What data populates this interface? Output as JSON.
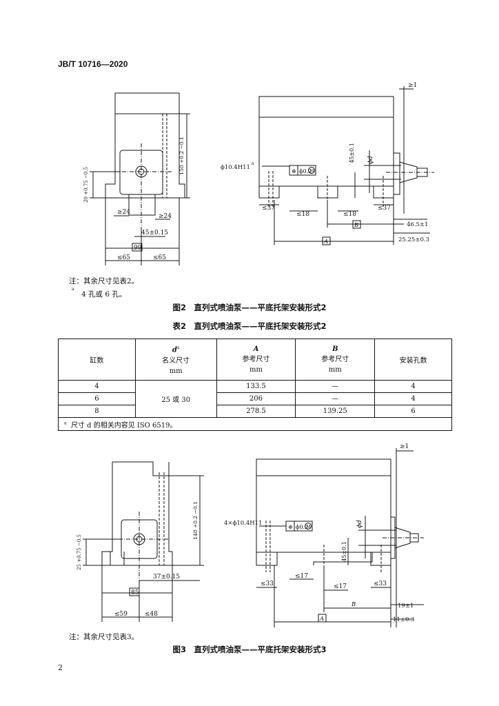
{
  "header": {
    "standard_no": "JB/T 10716—2020"
  },
  "figure2": {
    "note_main": "注：其余尺寸见表2。",
    "note_a_mark": "a",
    "note_a_text": "4 孔或 6 孔。",
    "caption": "图2　直列式喷油泵——平底托架安装形式2",
    "dims_left": {
      "h_tol": "20 +0.75 −0.5",
      "v150": "150 +0.2 −0.1",
      "ge24_a": "≥24",
      "ge24_b": "≥24",
      "d45": "45±0.15",
      "d99": "99",
      "le65_a": "≤65",
      "le65_b": "≤65"
    },
    "dims_right": {
      "ge1": "≥1",
      "hole": "ϕ10.4H11",
      "hole_mark": "a",
      "tol_frame": "ϕ0.2",
      "d45": "45±0.1",
      "phi_d": "ϕd",
      "le37_a": "≤37",
      "le18_a": "≤18",
      "le18_b": "≤18",
      "le37_b": "≤37",
      "B": "B",
      "d46_5": "46.5±1",
      "A": "A",
      "d25_25": "25.25±0.3"
    }
  },
  "table2": {
    "title": "表2　直列式喷油泵——平底托架安装形式2",
    "headers": {
      "col1": "缸数",
      "col2_sym": "d",
      "col2_mark": "a",
      "col2_name": "名义尺寸",
      "col2_unit": "mm",
      "col3_sym": "A",
      "col3_name": "参考尺寸",
      "col3_unit": "mm",
      "col4_sym": "B",
      "col4_name": "参考尺寸",
      "col4_unit": "mm",
      "col5": "安装孔数"
    },
    "rows": [
      {
        "cyl": "4",
        "A": "133.5",
        "B": "—",
        "holes": "4"
      },
      {
        "cyl": "6",
        "A": "206",
        "B": "—",
        "holes": "4"
      },
      {
        "cyl": "8",
        "A": "278.5",
        "B": "139.25",
        "holes": "6"
      }
    ],
    "d_merged": "25 或 30",
    "footnote_mark": "a",
    "footnote_text": "尺寸 d 的相关内容见 ISO 6519。"
  },
  "figure3": {
    "note_main": "注：其余尺寸见表3。",
    "caption": "图3　直列式喷油泵——平底托架安装形式3",
    "dims_left": {
      "h_tol": "25 +0.75 −0.5",
      "v148": "148 +0.2 −0.1",
      "d37": "37±0.15",
      "d85": "85",
      "le59": "≤59",
      "le48": "≤48"
    },
    "dims_right": {
      "ge1": "≥1",
      "hole": "4×ϕ10.4H11",
      "tol_frame": "ϕ0.2",
      "d45": "45±0.1",
      "phi_d": "ϕd",
      "le33_a": "≤33",
      "le17_a": "≤17",
      "le17_b": "≤17",
      "le33_b": "≤33",
      "B": "B",
      "d19": "19±1",
      "A": "A",
      "d11": "11±0.3"
    }
  },
  "page_number": "2"
}
